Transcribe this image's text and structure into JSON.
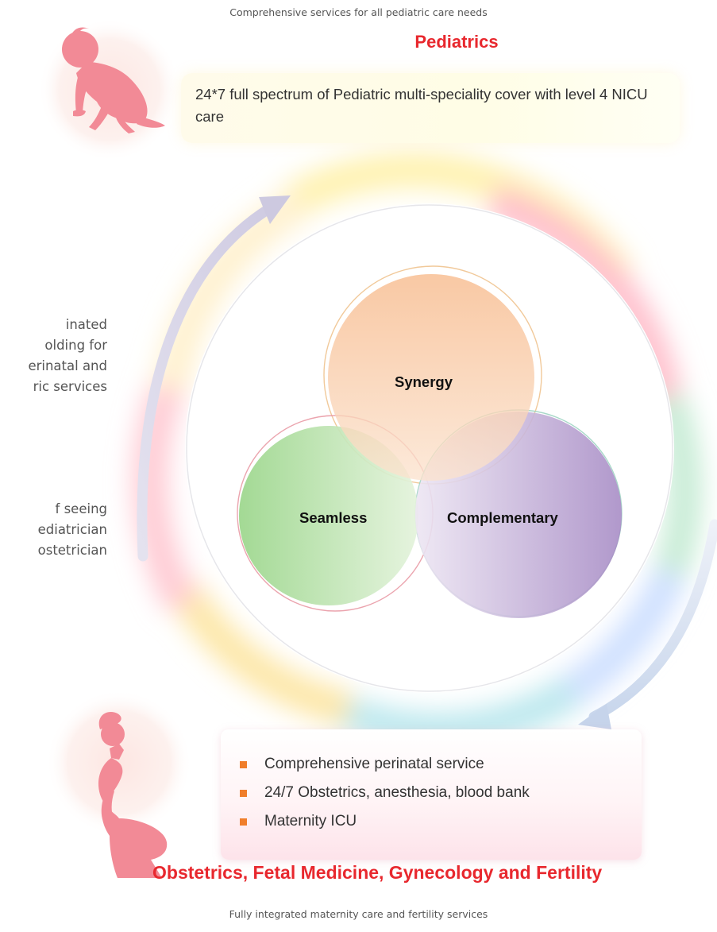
{
  "pediatrics": {
    "tagline": "Comprehensive services for all pediatric care needs",
    "title": "Pediatrics",
    "description": "24*7 full spectrum of Pediatric multi-speciality cover with level 4 NICU care"
  },
  "left_notes": [
    {
      "lines": [
        "inated",
        "olding for",
        "erinatal and",
        "ric services"
      ]
    },
    {
      "lines": [
        "f seeing",
        "ediatrician",
        "ostetrician"
      ]
    }
  ],
  "venn": {
    "top": "Synergy",
    "left": "Seamless",
    "right": "Complementary"
  },
  "obstetrics": {
    "bullets": [
      "Comprehensive perinatal service",
      "24/7 Obstetrics, anesthesia, blood bank",
      "Maternity ICU"
    ],
    "title": "Obstetrics, Fetal Medicine, Gynecology and Fertility",
    "tagline": "Fully integrated maternity care and fertility services"
  },
  "colors": {
    "accent_red": "#e8282e",
    "bullet_orange": "#f07e2b",
    "synergy_orange": "#f7b98a",
    "seamless_green": "#9fd88f",
    "complementary_purple": "#a98fc7",
    "silhouette_pink": "#f28a96"
  },
  "icons": [
    "crawling-baby-icon",
    "pregnant-woman-icon",
    "cycle-arrow-icon"
  ]
}
